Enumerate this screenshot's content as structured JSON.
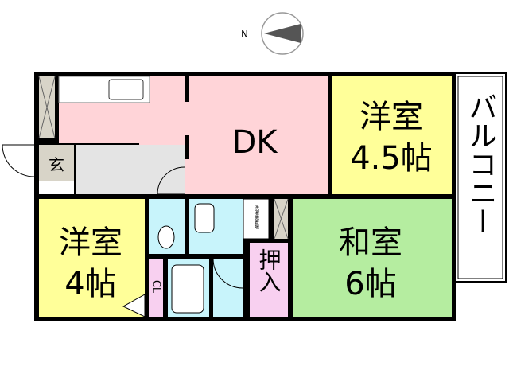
{
  "compass": {
    "label": "N"
  },
  "rooms": {
    "dk": {
      "label": "DK",
      "color": "#ffd4d8"
    },
    "western_45": {
      "line1": "洋室",
      "line2": "4.5帖",
      "color": "#ffff99"
    },
    "western_4": {
      "line1": "洋室",
      "line2": "4帖",
      "color": "#ffff99"
    },
    "japanese_6": {
      "line1": "和室",
      "line2": "6帖",
      "color": "#b5eda0"
    },
    "balcony": {
      "label": "バルコニー",
      "color": "#ffffff"
    },
    "entrance": {
      "label": "玄",
      "color": "#d8d4c8"
    },
    "closet": {
      "label": "CL",
      "color": "#f8d0f0"
    },
    "oshiire": {
      "label": "押入",
      "color": "#f8d0f0"
    },
    "laundry": {
      "label": "洗濯機置場"
    },
    "wet_color": "#c8f4fb",
    "hall_color": "#e4e4e4"
  }
}
